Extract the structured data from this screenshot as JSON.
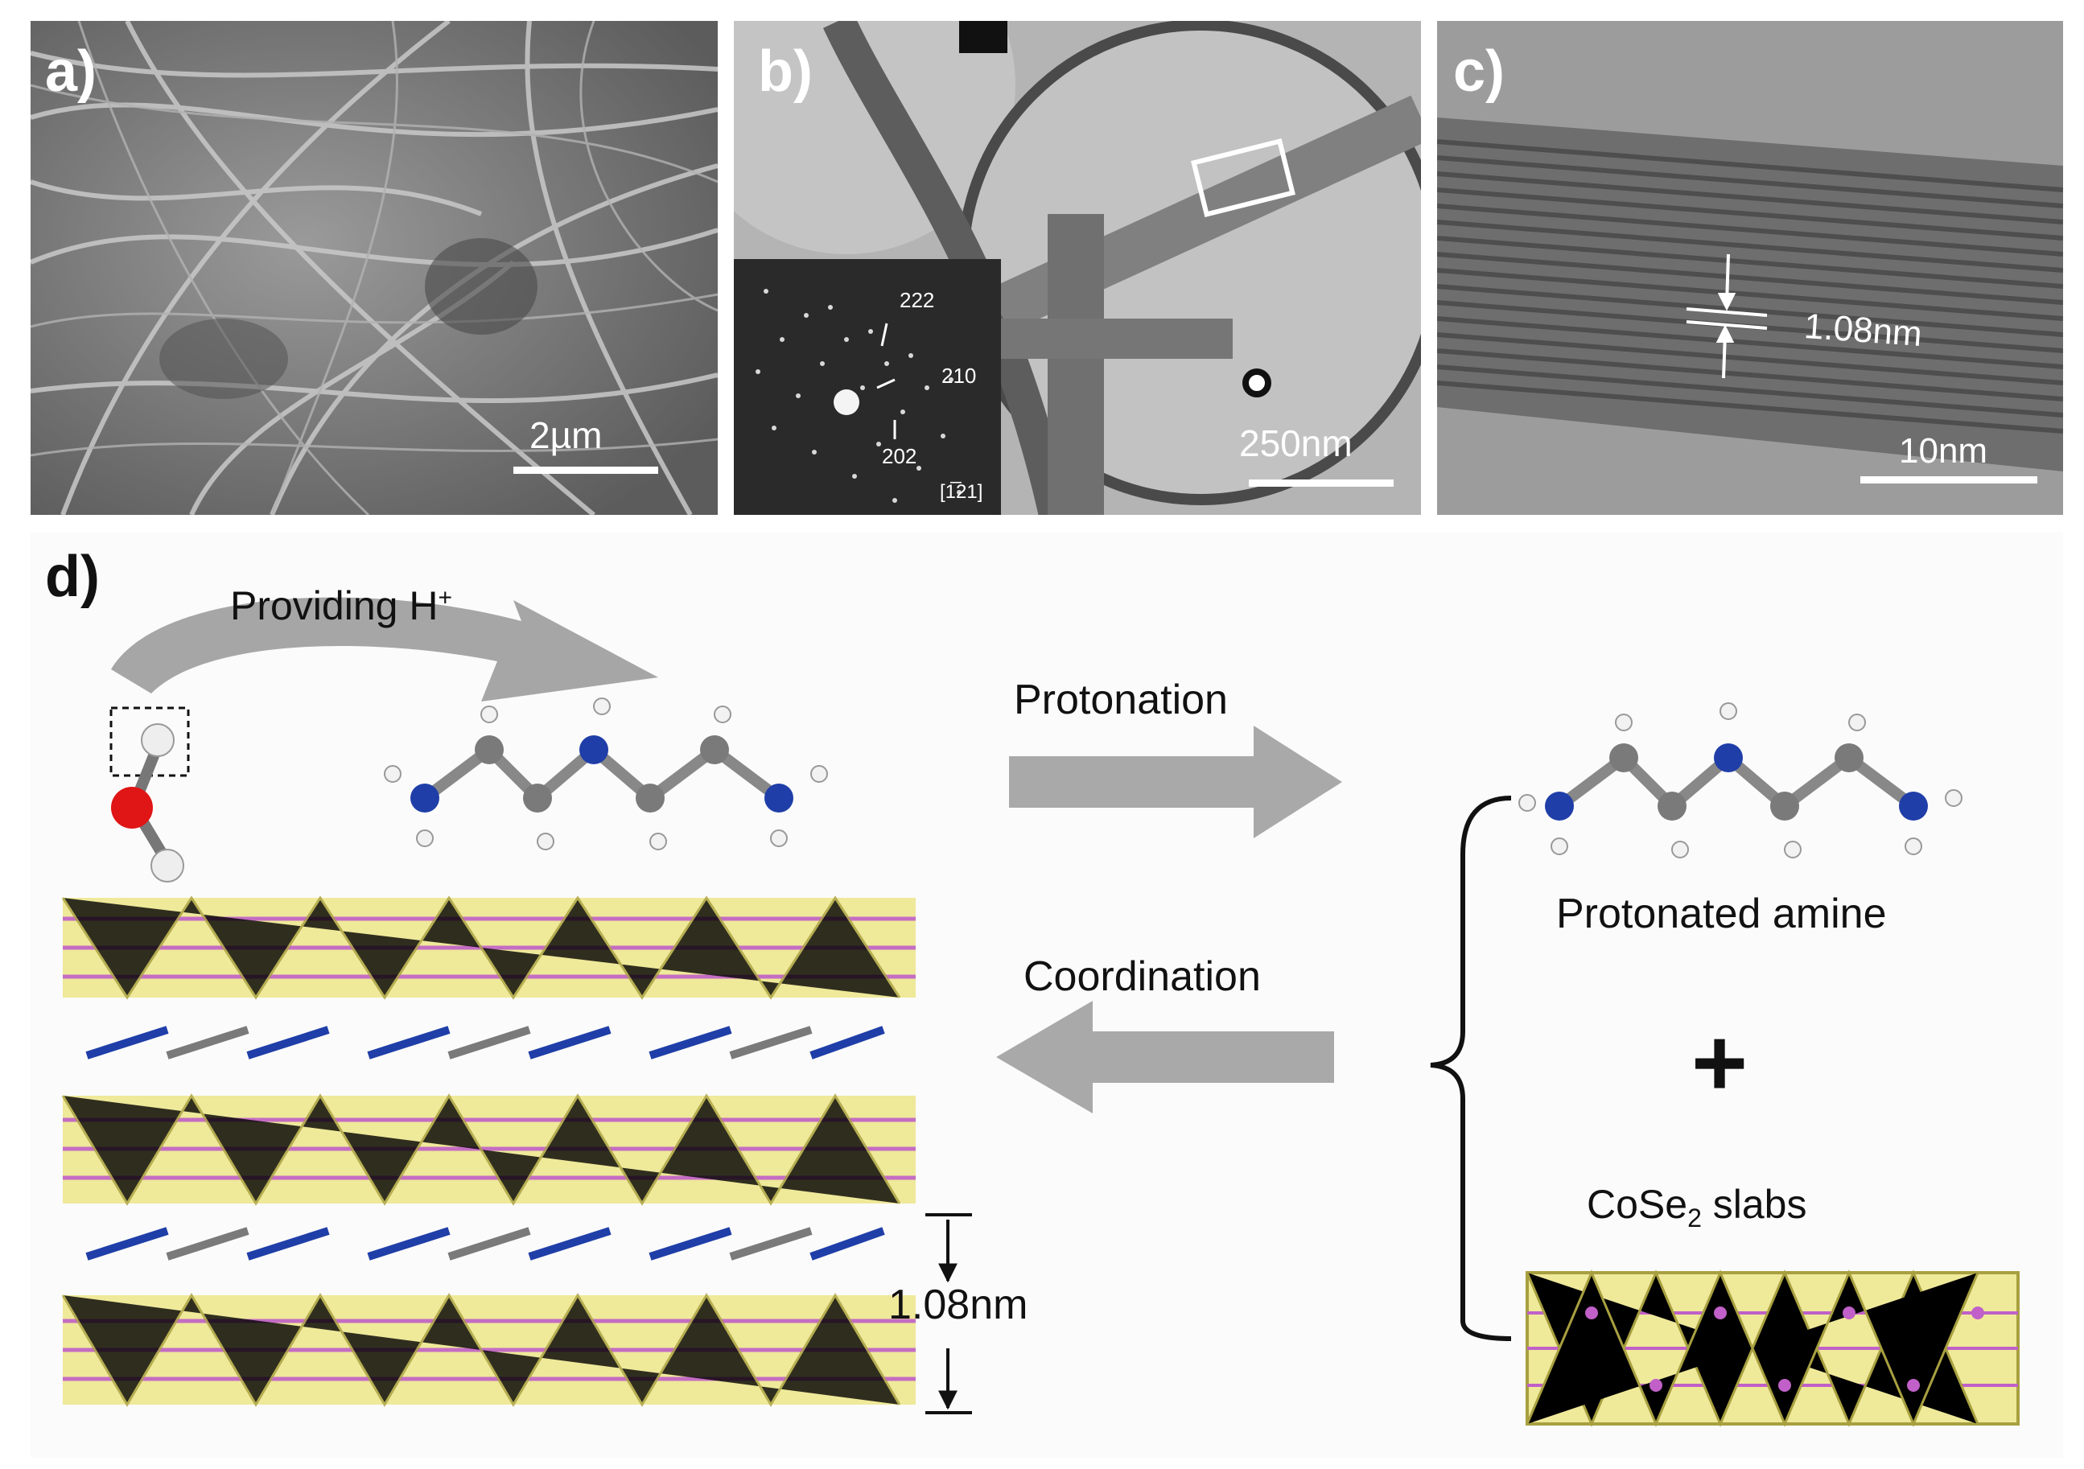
{
  "panels": {
    "a": {
      "label": "a)",
      "scale": "2µm"
    },
    "b": {
      "label": "b)",
      "scale": "250nm",
      "spots": [
        "222",
        "210",
        "202",
        "[1̅21]"
      ]
    },
    "c": {
      "label": "c)",
      "spacing": "1.08nm",
      "scale": "10nm"
    },
    "d": {
      "label": "d)",
      "providing": "Providing H",
      "providing_sup": "+",
      "protonation": "Protonation",
      "coordination": "Coordination",
      "protonated_amine": "Protonated amine",
      "plus": "+",
      "slabs_pre": "CoSe",
      "slabs_sub": "2",
      "slabs_post": " slabs",
      "interlayer": "1.08nm"
    }
  },
  "colors": {
    "nitrogen": "#1f3ea8",
    "carbon": "#7a7a7a",
    "hydrogen": "#f2f2f2",
    "oxygen": "#e01515",
    "cobalt": "#c060c8",
    "selenium": "#e6e07a",
    "arrow": "#a9a9a9"
  }
}
